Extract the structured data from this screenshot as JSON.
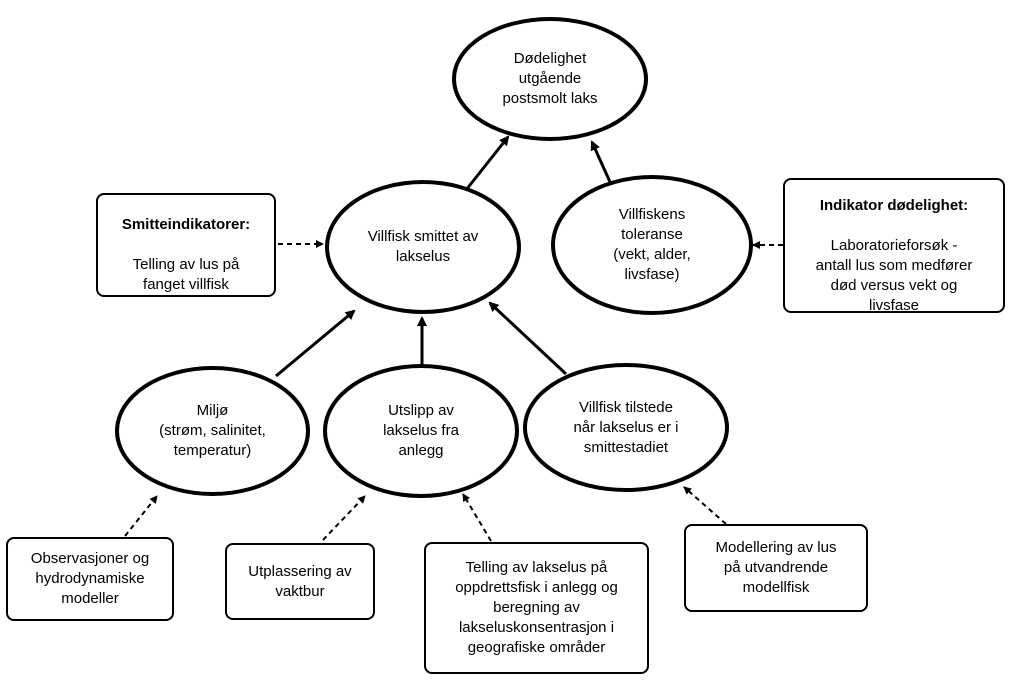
{
  "nodes": {
    "mortality": "Dødelighet\nutgående\npostsmolt laks",
    "infected": "Villfisk smittet av\nlakselus",
    "tolerance": "Villfiskens\ntoleranse\n(vekt, alder,\nlivsfase)",
    "environment": "Miljø\n(strøm, salinitet,\ntemperatur)",
    "discharge": "Utslipp av\nlakselus fra\nanlegg",
    "presence": "Villfisk tilstede\nnår lakselus er i\nsmittestadiet"
  },
  "boxes": {
    "infection_indicators": {
      "title": "Smitteindikatorer:",
      "text": "Telling av lus på\nfanget villfisk"
    },
    "mortality_indicator": {
      "title": "Indikator dødelighet:",
      "text": "Laboratorieforsøk -\nantall lus som medfører\ndød versus vekt og\nlivsfase"
    },
    "observations": "Observasjoner og\nhydrodynamiske\nmodeller",
    "cages": "Utplassering av\nvaktbur",
    "lice_counting": "Telling av lakselus på\noppdrettsfisk i anlegg og\nberegning av\nlakseluskonsentrasjon i\ngeografiske områder",
    "modelling": "Modellering av lus\npå utvandrende\nmodellfisk"
  }
}
